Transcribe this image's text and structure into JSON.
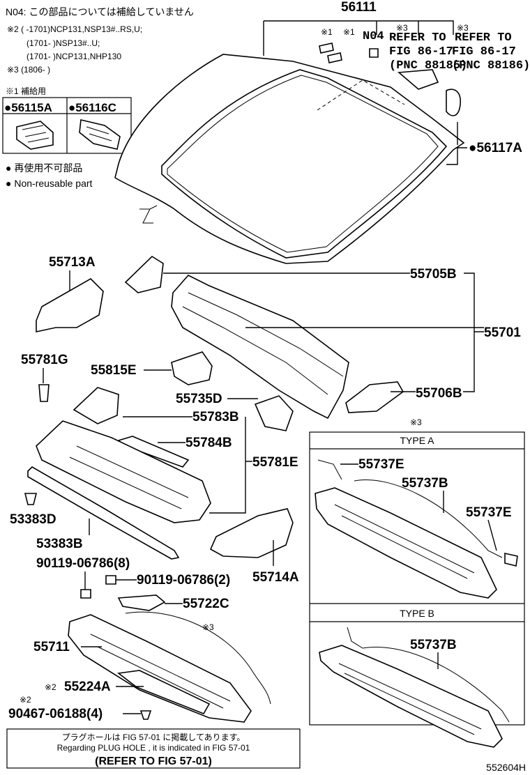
{
  "notes": {
    "n04": "N04: この部品については補給していません",
    "ref2_line1": "※2 (      -1701)NCP131,NSP13#..RS,U;",
    "ref2_line2": "(1701-       )NSP13#..U;",
    "ref2_line3": "(1701-       )NCP131,NHP130",
    "ref3_line": "※3 (1806-       )",
    "supply_title": "※1 補給用",
    "nonreusable_jp": "● 再使用不可部品",
    "nonreusable_en": "● Non-reusable part"
  },
  "supply_box": {
    "left_part": "●56115A",
    "right_part": "●56116C"
  },
  "parts": {
    "p56111": "56111",
    "mark1a": "※1",
    "mark1b": "※1",
    "n04_tag": "N04",
    "mark3a": "※3",
    "mark3b": "※3",
    "ref_a_line1": "REFER TO",
    "ref_a_line2": "FIG 86-17",
    "ref_a_line3": "(PNC 88185)",
    "ref_b_line1": "REFER TO",
    "ref_b_line2": "FIG 86-17",
    "ref_b_line3": "(PNC 88186)",
    "p56117A": "●56117A",
    "p55713A": "55713A",
    "p55705B": "55705B",
    "p55701": "55701",
    "p55781G": "55781G",
    "p55815E": "55815E",
    "p55735D": "55735D",
    "p55706B": "55706B",
    "p55783B": "55783B",
    "p55784B": "55784B",
    "p55781E": "55781E",
    "p53383D": "53383D",
    "p53383B": "53383B",
    "p55714A": "55714A",
    "p90119_8": "90119-06786(8)",
    "p90119_2": "90119-06786(2)",
    "p55722C": "55722C",
    "p55711": "55711",
    "mark3c": "※3",
    "mark2a": "※2",
    "p55224A": "55224A",
    "mark2b": "※2",
    "p90467": "90467-06188(4)",
    "mark3_box": "※3"
  },
  "type_box": {
    "type_a": "TYPE A",
    "type_b": "TYPE B",
    "a_55737E_1": "55737E",
    "a_55737B": "55737B",
    "a_55737E_2": "55737E",
    "b_55737B": "55737B"
  },
  "footer": {
    "line_jp": "プラグホールは FIG 57-01 に掲載してあります。",
    "line_en": "Regarding  PLUG  HOLE , it is indicated in  FIG  57-01",
    "line_ref": "(REFER TO FIG 57-01)",
    "code": "552604H"
  }
}
